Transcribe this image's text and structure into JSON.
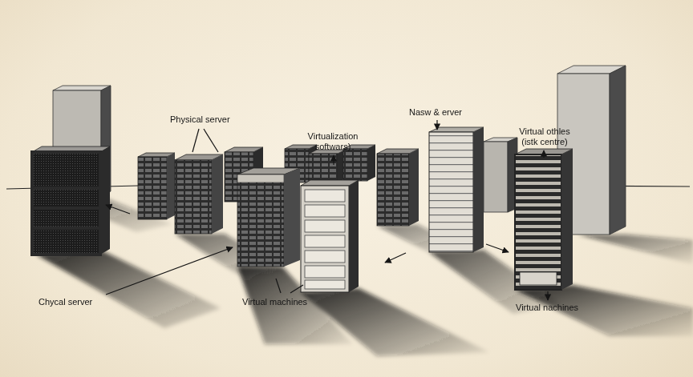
{
  "diagram": {
    "labels": [
      "Physical server",
      "Virtualization softwars)",
      "Nasw & erver",
      "Virtual othles (istk centre)",
      "Chycal server",
      "Virtual machines",
      "Virtual nachines"
    ]
  }
}
